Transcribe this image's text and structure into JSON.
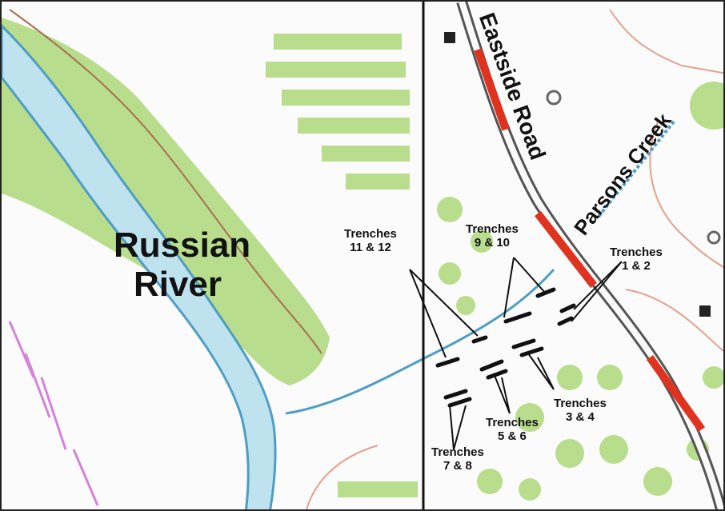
{
  "map": {
    "labels": {
      "river": "Russian River",
      "road": "Eastside Road",
      "creek": "Parsons Creek"
    },
    "trenches": [
      {
        "line1": "Trenches",
        "line2": "11 & 12"
      },
      {
        "line1": "Trenches",
        "line2": "9 & 10"
      },
      {
        "line1": "Trenches",
        "line2": "1 & 2"
      },
      {
        "line1": "Trenches",
        "line2": "3 & 4"
      },
      {
        "line1": "Trenches",
        "line2": "5 & 6"
      },
      {
        "line1": "Trenches",
        "line2": "7 & 8"
      }
    ],
    "colors": {
      "water": "#bfe3ee",
      "water_edge": "#4e9dc4",
      "vegetation": "#b8dd8c",
      "contour": "#e6a08c",
      "road_red": "#e0331f",
      "road_edge": "#555555",
      "divider": "#111111"
    }
  }
}
